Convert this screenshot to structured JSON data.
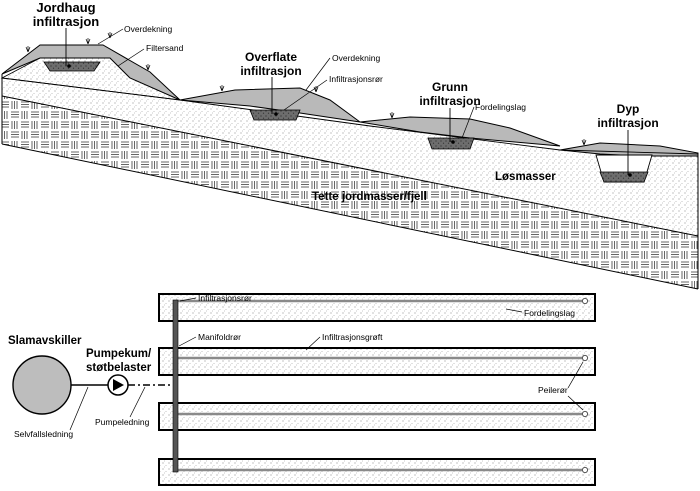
{
  "cross_section": {
    "methods": [
      {
        "id": "jordhaug",
        "line1": "Jordhaug",
        "line2": "infiltrasjon"
      },
      {
        "id": "overflate",
        "line1": "Overflate",
        "line2": "infiltrasjon"
      },
      {
        "id": "grunn",
        "line1": "Grunn",
        "line2": "infiltrasjon"
      },
      {
        "id": "dyp",
        "line1": "Dyp",
        "line2": "infiltrasjon"
      }
    ],
    "labels": {
      "overdekning_1": "Overdekning",
      "filtersand": "Filtersand",
      "overdekning_2": "Overdekning",
      "infiltrasjonsror": "Infiltrasjonsrør",
      "fordelingslag": "Fordelingslag",
      "losmasser": "Løsmasser",
      "tette": "Tette jordmasser/fjell"
    }
  },
  "plan": {
    "slamavskiller": "Slamavskiller",
    "pumpekum_1": "Pumpekum/",
    "pumpekum_2": "støtbelaster",
    "selvfallsledning": "Selvfallsledning",
    "pumpeledning": "Pumpeledning",
    "manifoldror": "Manifoldrør",
    "infiltrasjonsror": "Infiltrasjonsrør",
    "fordelingslag": "Fordelingslag",
    "infiltrasjonsgroft": "Infiltrasjonsgrøft",
    "peileror": "Peilerør"
  },
  "colors": {
    "cover": "#b9b9b9",
    "gravel": "#6d6d6d",
    "bedrock_line": "#000000"
  }
}
